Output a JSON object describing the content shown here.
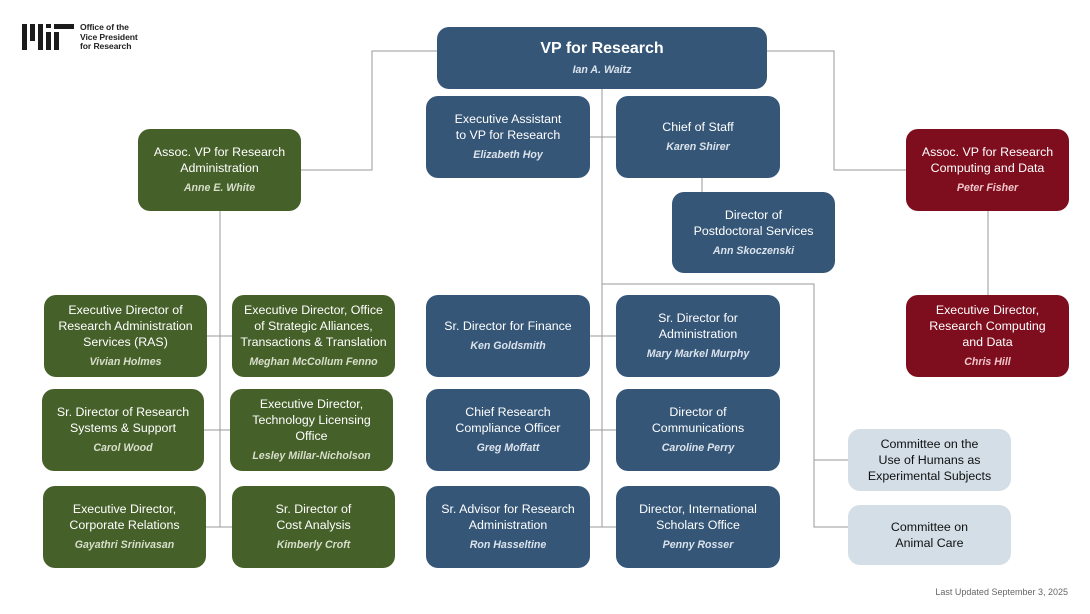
{
  "header": {
    "logo_alt": "MIT",
    "office_text": "Office of the\nVice President\nfor Research"
  },
  "footer": {
    "updated": "Last Updated September 3, 2025"
  },
  "colors": {
    "blue": "#355677",
    "green": "#46602a",
    "red": "#7e0d1d",
    "light": "#d3dee6",
    "line": "#9a9a9a"
  },
  "boxes": {
    "vp": {
      "title": "VP for Research",
      "name": "Ian A. Waitz"
    },
    "exec_asst": {
      "title": "Executive Assistant\nto VP for Research",
      "name": "Elizabeth Hoy"
    },
    "chief_staff": {
      "title": "Chief of Staff",
      "name": "Karen Shirer"
    },
    "postdoc": {
      "title": "Director of\nPostdoctoral Services",
      "name": "Ann Skoczenski"
    },
    "assoc_admin": {
      "title": "Assoc. VP for Research\nAdministration",
      "name": "Anne E. White"
    },
    "assoc_computing": {
      "title": "Assoc. VP for Research\nComputing and Data",
      "name": "Peter Fisher"
    },
    "exec_computing": {
      "title": "Executive Director,\nResearch Computing\nand Data",
      "name": "Chris Hill"
    },
    "ras": {
      "title": "Executive Director of\nResearch Administration\nServices (RAS)",
      "name": "Vivian Holmes"
    },
    "strategic": {
      "title": "Executive Director, Office\nof Strategic Alliances,\nTransactions & Translation",
      "name": "Meghan McCollum Fenno"
    },
    "systems": {
      "title": "Sr. Director of Research\nSystems & Support",
      "name": "Carol Wood"
    },
    "tlo": {
      "title": "Executive Director,\nTechnology Licensing\nOffice",
      "name": "Lesley Millar-Nicholson"
    },
    "corporate": {
      "title": "Executive Director,\nCorporate Relations",
      "name": "Gayathri Srinivasan"
    },
    "cost": {
      "title": "Sr. Director of\nCost Analysis",
      "name": "Kimberly Croft"
    },
    "finance": {
      "title": "Sr. Director for Finance",
      "name": "Ken Goldsmith"
    },
    "administration": {
      "title": "Sr. Director for\nAdministration",
      "name": "Mary Markel Murphy"
    },
    "compliance": {
      "title": "Chief Research\nCompliance Officer",
      "name": "Greg Moffatt"
    },
    "communications": {
      "title": "Director of\nCommunications",
      "name": "Caroline Perry"
    },
    "advisor": {
      "title": "Sr. Advisor for Research\nAdministration",
      "name": "Ron Hasseltine"
    },
    "isso": {
      "title": "Director, International\nScholars Office",
      "name": "Penny Rosser"
    },
    "humans": {
      "title": "Committee on the\nUse of Humans as\nExperimental Subjects"
    },
    "animal": {
      "title": "Committee on\nAnimal Care"
    }
  }
}
